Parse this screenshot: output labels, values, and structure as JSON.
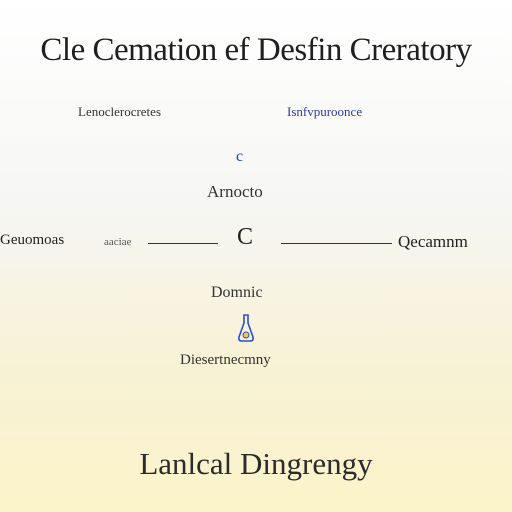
{
  "title": "Cle Cemation ef Desfin Creratory",
  "labels": {
    "top_left": "Lenoclerocretes",
    "top_right": "Isnfvpuroonce",
    "top_c": "c",
    "mid": "Arnocto",
    "center": "C",
    "left": "Geuomoas",
    "left_small": "aaciae",
    "right": "Qecamnm",
    "bottom_1": "Domnic",
    "bottom_2": "Diesertnecmny"
  },
  "footer": "Lanlcal Dingrengy",
  "icon": "flask-icon"
}
